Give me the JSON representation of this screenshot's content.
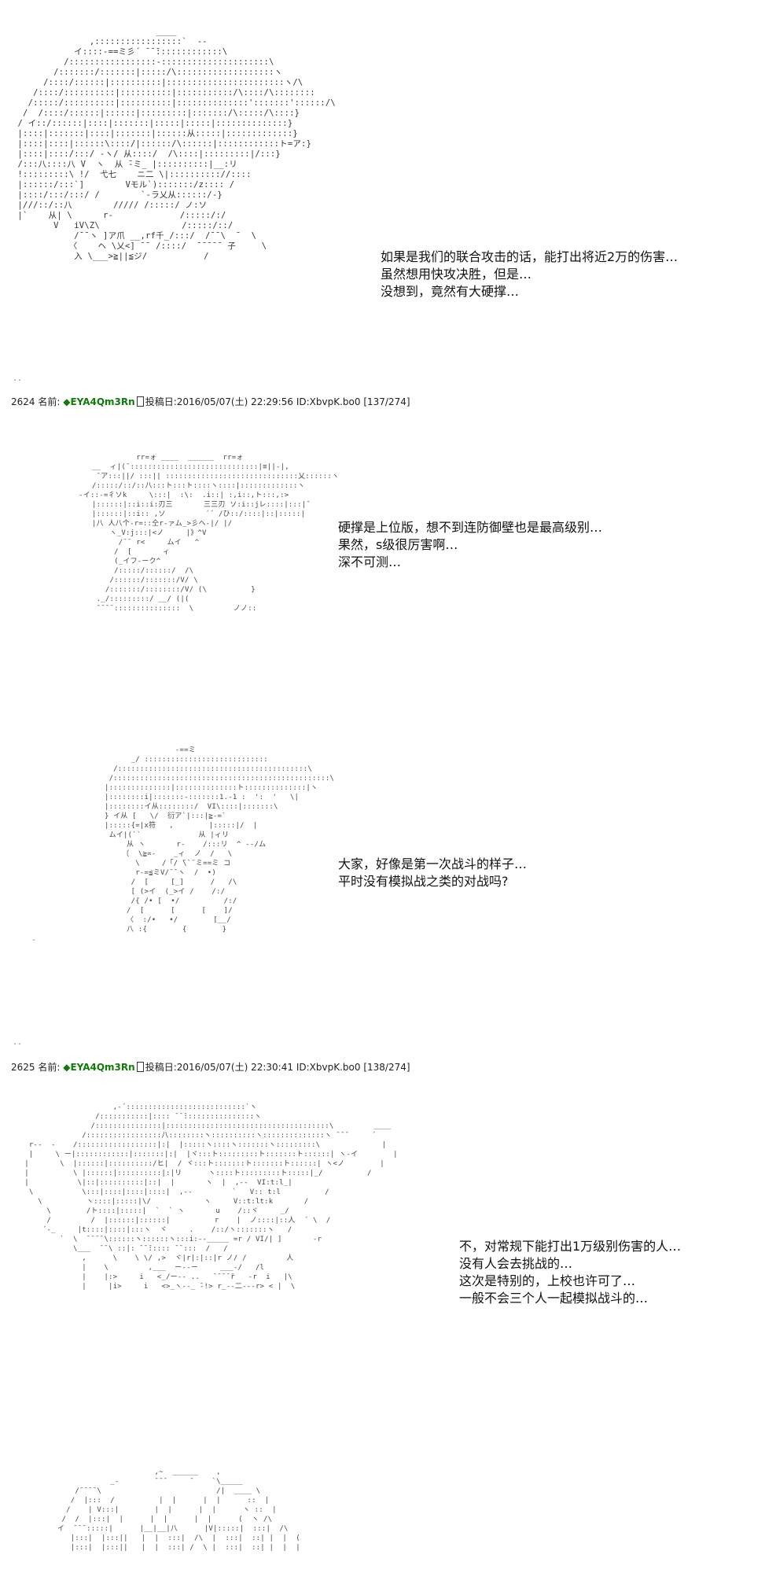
{
  "panels": [
    {
      "art": "                            ____\n               ,:::::::::::::::::`  --\n            イ::::-==ミ彡´ ̄ ̄ ̄:::::::::::::\\\n          /:::::::::::::::::-:::::::::::::::::::::\\\n        /:::::::/:::::::|:::::/\\:::::::::::::::::::ヽ\n      /::::/::::::|::::::::::|:::::::::::::::::::::::ヽ/\\\n    /::::/::::::::::|::::::::::|:::::::::::/\\::::/\\::::::::\n   /:::::/::::::::::|::::::::::|::::::::::::::':::::::'::::::/\\\n  /  /::::/::::::|::::::|:::::::::|:::::::/\\:::::/\\::::}\n / イ::/::::::|::::|:::::::|:::::|:::::|::::::::::::::}\n |::::|:::::::|::::|:::::::|::::::从:::::|:::::::::::::}\n |::::|::::|::::::\\::::/|::::::/\\::::::|::::::::::::ト=ア:}\n |::::|::::/:::/ -ヽ/ 从::::/  /\\::::|:::::::::|/:::}\n /:::八::::八 V  ヽ  从 ̄-ミ_ |::::::::::|__:リ\n !:::::::::\\ !/  弋七    ニ二 \\|:::::::::://::::\n |::::::/:::`]        Vモル`):::::::/z:::: /\n |::::/:::/:::/ /        `-ラ乂从::::::/-}\n |///::/::八        ///// /:::::/ ノ:ソ\n |`    从| \\      r-             /:::::/:/\n        V   iV\\Z\\                /:::::/::/\n            /¯¯ヽ ]ア爪 __,rf千_/:::/  /¯¯\\  ̄   \\\n           〈    ヘ \\乂<] ¯¯ /::::/  ¯¯¯¯¯ 子     \\\n            入 \\___>≧||≦ジ/           /",
      "dialogue": [
        "如果是我们的联合攻击的话，能打出将近2万的伤害…",
        "虽然想用快攻决胜，但是…",
        "没想到，竟然有大硬撑…"
      ]
    },
    {
      "art": "                       rr=ォ ____  ______  rr=ォ\n             __  ィ|(¯:::::::::::::::::::::::::::::|≡||-|,\n              ¯ア:::||/ :::|| ::::::::::::::::::::::::::::::乂::::::ヽ\n             /:::::/::/::八:::ト:::ト::::ヽ::::|:::::::::::::ヽ\n          -イ::-=彳ソk     \\:::|  :\\:  .i::| :,i::,ト:::,:>\n             |::::::|::i::i:刃三       三三刃 ソ:i::jレ::::|:::|¯\n             |::::::|::i:: ,ソ         ´´ /ひ::/::::|::|:::::|\n             |八 人八个-r=::仝r-ァム_>彡ヘ-|/ |/\n                 ヽ_V:j:::|<ノ     |》^V\n                   /¯¯ r<     ムイ   ^\n                  /  [       ィ      \n                  (_イフ-ーク^             \n                  /:::::/::::::/  /\\         \n                 /::::::/:::::::/V/ \\        \n                /:::::::/::::::::/V/ (\\          }\n              ._/:::::::::/ __/ (|(         \n              ¯¯¯¯:::::::::::::::  \\         ノノ::",
      "dialogue": [
        "硬撑是上位版，想不到连防御壁也是最高级别…",
        "果然，s级很厉害啊…",
        "深不可测…"
      ]
    },
    {
      "art": "                        -==ミ\n              _/ ::::::::::::::::::::::::::::\n          /:::::::::::::::::::::::::::::::::::::::::::\\\n         /:::::::::::::::::::::::::::::::::::::::::::::::::\\\n        |::::::::::::::|::::::::::::::ト::::::::::::::|ヽ\n        |::::::::i|:::::::-:::::::1.-1 :  ':  '   \\|\n        |::::::::イ从::::::::/  VI\\::::|:::::::\\\n        } イ从 [   \\/  衍ア`|:::|≧-=`\n        |:::::{=|x符   ,        |:::::|/  |\n         ムイ|(``             从 |ィリ\n             从 ヽ       r-    /:::リ  ^ --/ム\n            〔  \\≧=-    _ィ  ノ  /   \\\n               \\     /「/ ̄\\`¯ミ==ミ コ\n               r-=≦ミV/¯¯ヽ  /  •)\n              /  [     [_]      /   /\\\n              [ (>イ  (_>イ /    /:/\n              /{ /• [  •/          /:/\n             /  [      [      [    ]/\n             〈  :/•   •/        [__/\n             八 :{        {        }",
      "dialogue": [
        "大家，好像是第一次战斗的样子…",
        "平时没有模拟战之类的对战吗?"
      ]
    },
    {
      "art": "                      ,-´:::::::::::::::::::::::::::`ヽ\n                  /:::::::::::|:::: ̄ ̄ ̄::::::::::::::::ヽ\n                 /:::::::::::::::|:::::::::::::::::::::::::::::::::::::\\         ____\n               /:::::::::::::::::八::::::::ヽ::::::::::ヽ::::::::::::::ヽ ̄ ̄ ̄      ´\n   r--  -    /::::::::::::::::::|:|  |:::::ヽ::::ヽ:::::::ヽ:::::::::\\              |\n   |     \\ ー|::::::::::::|:::::::|:|  |ヾ:::ト:::::::::ト:::::::ト::::::| ヽ-イ        |\n  |       \\  |::::::|::::::::::/ヒ|  / ヾ:::ト:::::::ト:::::::ト::::::| ヽ<ノ        |\n  |          \\ |::::::|::::::::::|:|リ      ヽ::::ト:::::::::ト:::::|_/          /\n  |           \\|::|::::::::::|::|  |       ヽ  |  ,--  VI:t:l_|\n   \\           \\:::|::::|::::|::::|  ,--         `   V:: t:l          /\n     \\          ヽ::::|:::::|\\/            ヽ     V::t:lt:k       /\n       \\        /ト::::|:::::|  `  ` ヽ       u    /::ヾ     _/\n       /         /  |::::::|::::::|          r    |  ノ::::|::人  ´ \\  /\n      ´-_     |t::::|::::|:::ヽ  ヾ     .    /::/ヽ:::::::ヽ   /\n          `  \\  ̄ ̄ ̄ ̄ \\::::::ヽ::::::ヽ:::i:--_____ =r / VI/| ]       -r\n             \\___  ̄ ̄ \\ ::|: ̄ ̄ ̄::::: ̄ ̄ :::  /   /\n               ,      \\    \\ \\/ ,>  ヾ|r|:|::|r ノ/ /         人\n               |    \\         ,___  ー--ー     ___-/   /l\n               |    |:>     i   <_/ー-- ..   ̄ ̄ ̄ ̄ ̄r   -r  i   |\\\n               |     |i>     i   <>_ヽ--_ ̄-!> r_--二---r> < |  \\",
      "dialogue": [
        "不，对常规下能打出1万级别伤害的人…",
        "没有人会去挑战的…",
        "这次是特别的，上校也许可了…",
        "一般不会三个人一起模拟战斗的…"
      ]
    },
    {
      "art": "                         ,~  ______    ,\n               _-        ¯¯¯     ¯    `\\_____\n       /¯¯¯¯\\                          /|  ____ \\\n      /  |:::  /          |  |      |  |      ::  |\n     /    | V:::|        |  |      |  |      ヽ ::  |\n    /  /  |:::|  |      |  |      |  |      (  ヽ /\\\n   イ  ¯¯¯:::::|      |__|__|八      |V|:::::|  :::|  /\\\n      |:::|  |:::||   |  |  :::|  /\\  |  :::|  ::| |  |  (\n      |:::|  |:::||   |  |  :::| /  \\ |  :::|  ::| |  |  |"
    }
  ],
  "post_headers": [
    {
      "number": "2624",
      "name_label": "名前:",
      "tripcode": "◆EYA4Qm3Rn",
      "posted_label": "投稿日:",
      "datetime": "2016/05/07(土) 22:29:56",
      "id": "ID:XbvpK.bo0",
      "count": "[137/274]"
    },
    {
      "number": "2625",
      "name_label": "名前:",
      "tripcode": "◆EYA4Qm3Rn",
      "posted_label": "投稿日:",
      "datetime": "2016/05/07(土) 22:30:41",
      "id": "ID:XbvpK.bo0",
      "count": "[138/274]"
    }
  ],
  "marks": {
    "small_dot": "..",
    "small_dash": "-"
  }
}
